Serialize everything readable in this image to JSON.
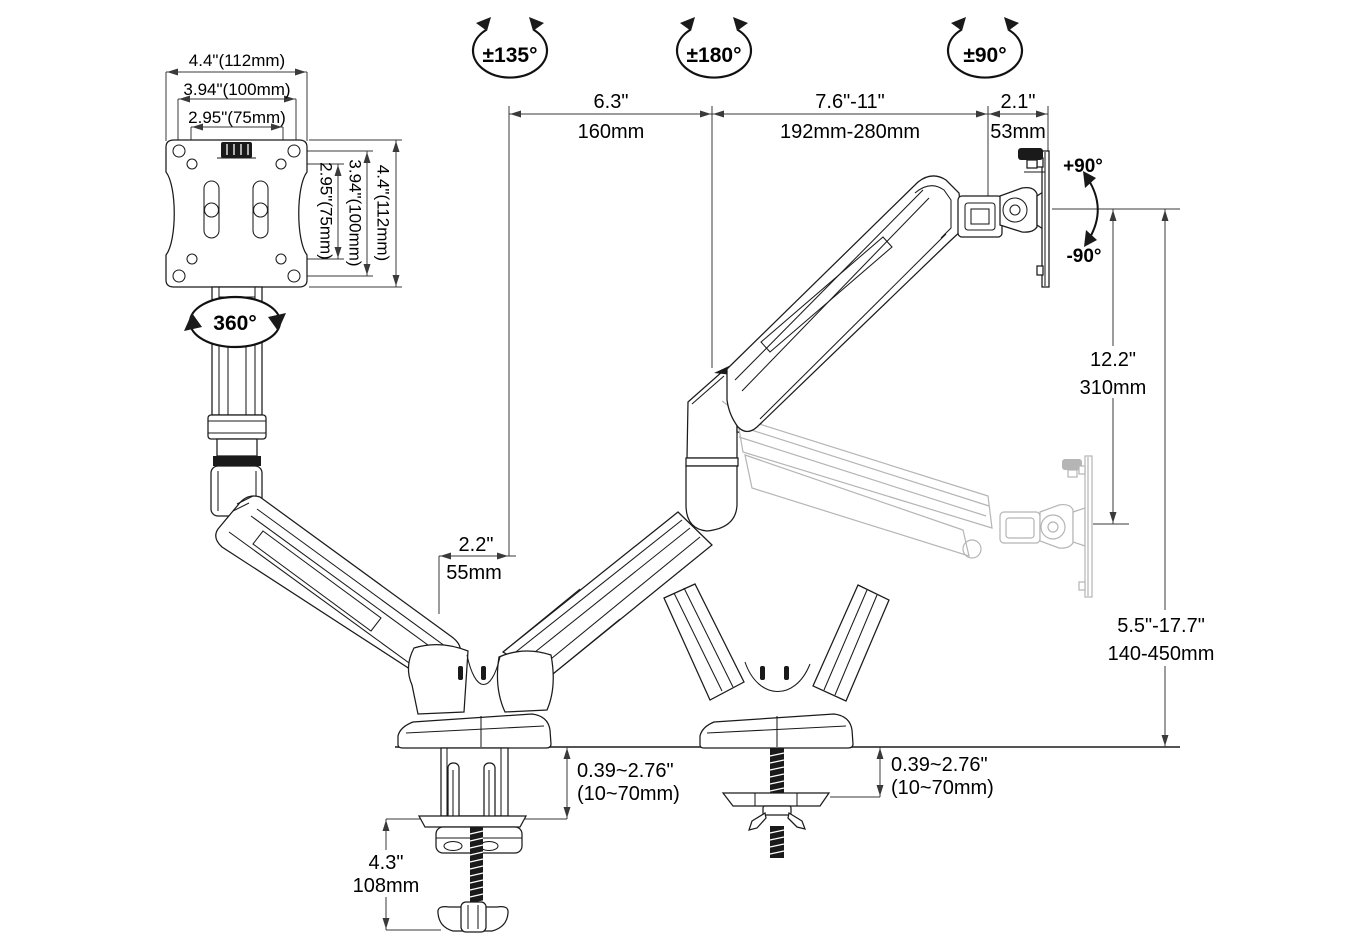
{
  "rotation": {
    "elbow_swivel": "±135°",
    "post_swivel": "±180°",
    "head_swivel": "±90°",
    "screen_rotation": "360°",
    "tilt_up": "+90°",
    "tilt_down": "-90°"
  },
  "vesa": {
    "horizontal": [
      "4.4\"(112mm)",
      "3.94\"(100mm)",
      "2.95\"(75mm)"
    ],
    "vertical": [
      "2.95\"(75mm)",
      "3.94\"(100mm)",
      "4.4\"(112mm)"
    ]
  },
  "reach": {
    "rear_arm": {
      "inch": "6.3\"",
      "mm": "160mm"
    },
    "front_arm": {
      "inch": "7.6\"-11\"",
      "mm": "192mm-280mm"
    },
    "head_offset": {
      "inch": "2.1\"",
      "mm": "53mm"
    }
  },
  "height": {
    "lift_travel": {
      "inch": "12.2\"",
      "mm": "310mm"
    },
    "range": {
      "inch": "5.5\"-17.7\"",
      "mm": "140-450mm"
    }
  },
  "arm_width": {
    "inch": "2.2\"",
    "mm": "55mm"
  },
  "desk_thickness": {
    "clamp": {
      "inch": "0.39~2.76\"",
      "mm": "(10~70mm)"
    },
    "grommet": {
      "inch": "0.39~2.76\"",
      "mm": "(10~70mm)"
    }
  },
  "clamp_height": {
    "inch": "4.3\"",
    "mm": "108mm"
  }
}
